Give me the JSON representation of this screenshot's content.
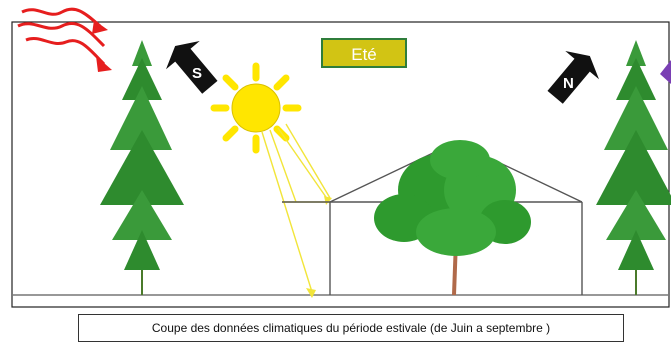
{
  "season_label": "Eté",
  "caption": "Coupe des données climatiques du période estivale (de Juin a septembre )",
  "compass": {
    "left_arrow_letter": "S",
    "right_arrow_letter": "N"
  },
  "colors": {
    "sun": "#ffe600",
    "sun_rays": "#ffe84a",
    "wind_arrow": "#e61e1e",
    "tree_foliage": "#2e8b2e",
    "greenhouse_frame": "#555555",
    "season_badge_fill": "#d2c414",
    "season_badge_border": "#2f7d3b",
    "right_edge_arrow": "#7a3fb4"
  },
  "icons": [
    "wind-arrows-icon",
    "sun-icon",
    "compass-arrow-icon",
    "tree-icon",
    "greenhouse-icon"
  ]
}
